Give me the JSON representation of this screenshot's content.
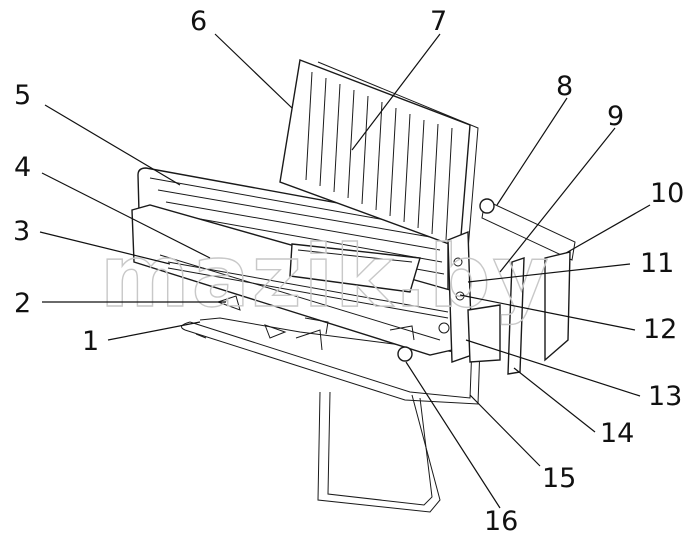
{
  "watermark": "mazik.by",
  "callouts": [
    {
      "id": "1",
      "label": "1"
    },
    {
      "id": "2",
      "label": "2"
    },
    {
      "id": "3",
      "label": "3"
    },
    {
      "id": "4",
      "label": "4"
    },
    {
      "id": "5",
      "label": "5"
    },
    {
      "id": "6",
      "label": "6"
    },
    {
      "id": "7",
      "label": "7"
    },
    {
      "id": "8",
      "label": "8"
    },
    {
      "id": "9",
      "label": "9"
    },
    {
      "id": "10",
      "label": "10"
    },
    {
      "id": "11",
      "label": "11"
    },
    {
      "id": "12",
      "label": "12"
    },
    {
      "id": "13",
      "label": "13"
    },
    {
      "id": "14",
      "label": "14"
    },
    {
      "id": "15",
      "label": "15"
    },
    {
      "id": "16",
      "label": "16"
    }
  ]
}
